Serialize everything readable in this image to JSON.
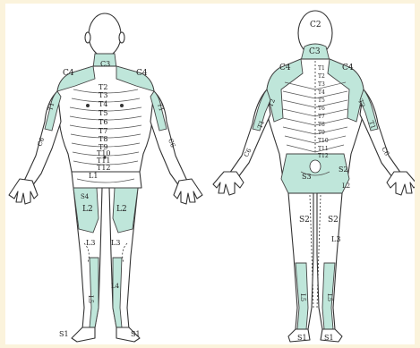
{
  "colors": {
    "page_background": "#fbf3dc",
    "figure_background": "#ffffff",
    "dermatome_highlight": "#bfe6da",
    "outline": "#333333"
  },
  "front": {
    "neck": "C3",
    "shoulder_left": "C4",
    "shoulder_right": "C4",
    "trunk": [
      "T2",
      "T3",
      "T4",
      "T5",
      "T6",
      "T7",
      "T8",
      "T9",
      "T10",
      "T11",
      "T12"
    ],
    "arm_left": [
      "T1",
      "C6"
    ],
    "arm_right": [
      "T1",
      "C6"
    ],
    "groin": [
      "L1",
      "S4"
    ],
    "thigh_left": "L2",
    "thigh_right": "L2",
    "knee_left": "L3",
    "knee_right": "L3",
    "shin_left": "L5",
    "shin_right": "L4",
    "foot_left": "S1",
    "foot_right": "S1"
  },
  "back": {
    "head": "C2",
    "neck": "C3",
    "shoulder_left": "C4",
    "shoulder_right": "C4",
    "spine": [
      "T1",
      "T2",
      "T3",
      "T4",
      "T5",
      "T6",
      "T7",
      "T8",
      "T9",
      "T10",
      "T11",
      "T12"
    ],
    "arm_left": [
      "T2",
      "T1",
      "C6"
    ],
    "arm_right": [
      "T2",
      "T1",
      "C6"
    ],
    "buttock_left": "S3",
    "buttock_right": "S2",
    "lumbar": "L2",
    "thigh_left": "S2",
    "thigh_right": "S2",
    "knee": "L3",
    "leg_left": "L5",
    "leg_right": "L5",
    "foot_left": "S1",
    "foot_right": "S1"
  }
}
